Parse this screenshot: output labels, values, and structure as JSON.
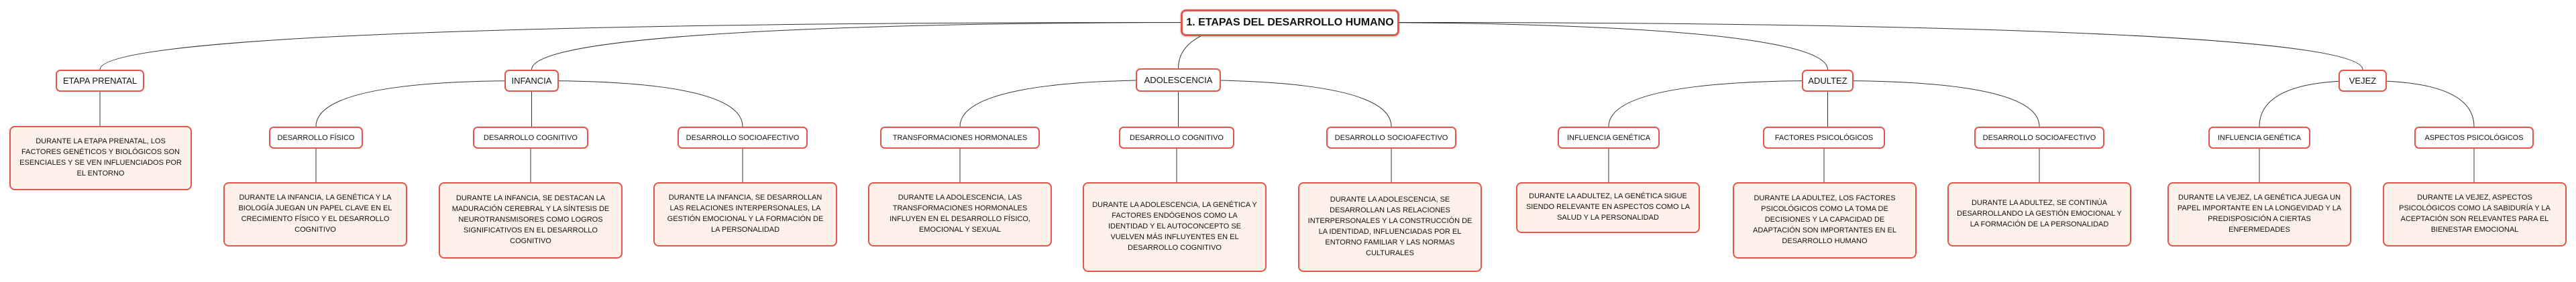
{
  "title": "1. ETAPAS DEL DESARROLLO HUMANO",
  "colors": {
    "accent": "#e2564b",
    "leaf_fill": "#fdf1ea",
    "node_fill": "#ffffff",
    "line": "#333333",
    "text": "#111111"
  },
  "branches": [
    {
      "label": "ETAPA PRENATAL",
      "children": [],
      "details": [
        "DURANTE LA ETAPA PRENATAL, LOS FACTORES GENÉTICOS Y BIOLÓGICOS SON ESENCIALES Y SE VEN INFLUENCIADOS POR EL ENTORNO"
      ]
    },
    {
      "label": "INFANCIA",
      "children": [
        {
          "label": "DESARROLLO FÍSICO",
          "detail": "DURANTE LA INFANCIA, LA GENÉTICA Y LA BIOLOGÍA JUEGAN UN PAPEL CLAVE EN EL CRECIMIENTO FÍSICO Y EL DESARROLLO COGNITIVO"
        },
        {
          "label": "DESARROLLO COGNITIVO",
          "detail": "DURANTE LA INFANCIA, SE DESTACAN LA MADURACIÓN CEREBRAL Y LA SÍNTESIS DE NEUROTRANSMISORES COMO LOGROS SIGNIFICATIVOS EN EL DESARROLLO COGNITIVO"
        },
        {
          "label": "DESARROLLO SOCIOAFECTIVO",
          "detail": "DURANTE LA INFANCIA, SE DESARROLLAN LAS RELACIONES INTERPERSONALES, LA GESTIÓN EMOCIONAL Y LA FORMACIÓN DE LA PERSONALIDAD"
        }
      ]
    },
    {
      "label": "ADOLESCENCIA",
      "children": [
        {
          "label": "TRANSFORMACIONES HORMONALES",
          "detail": "DURANTE LA ADOLESCENCIA, LAS TRANSFORMACIONES HORMONALES INFLUYEN EN EL DESARROLLO FÍSICO, EMOCIONAL Y SEXUAL"
        },
        {
          "label": "DESARROLLO COGNITIVO",
          "detail": "DURANTE LA ADOLESCENCIA, LA GENÉTICA Y FACTORES ENDÓGENOS COMO LA IDENTIDAD Y EL AUTOCONCEPTO SE VUELVEN MÁS INFLUYENTES EN EL DESARROLLO COGNITIVO"
        },
        {
          "label": "DESARROLLO SOCIOAFECTIVO",
          "detail": "DURANTE LA ADOLESCENCIA, SE DESARROLLAN LAS RELACIONES INTERPERSONALES Y LA CONSTRUCCIÓN DE LA IDENTIDAD, INFLUENCIADAS POR EL ENTORNO FAMILIAR Y LAS NORMAS CULTURALES"
        }
      ]
    },
    {
      "label": "ADULTEZ",
      "children": [
        {
          "label": "INFLUENCIA GENÉTICA",
          "detail": "DURANTE LA ADULTEZ, LA GENÉTICA SIGUE SIENDO RELEVANTE EN ASPECTOS COMO LA SALUD Y LA PERSONALIDAD"
        },
        {
          "label": "FACTORES PSICOLÓGICOS",
          "detail": "DURANTE LA ADULTEZ, LOS FACTORES PSICOLÓGICOS COMO LA TOMA DE DECISIONES Y LA CAPACIDAD DE ADAPTACIÓN SON IMPORTANTES EN EL DESARROLLO HUMANO"
        },
        {
          "label": "DESARROLLO SOCIOAFECTIVO",
          "detail": "DURANTE LA ADULTEZ, SE CONTINÚA DESARROLLANDO LA GESTIÓN EMOCIONAL Y LA FORMACIÓN DE LA PERSONALIDAD"
        }
      ]
    },
    {
      "label": "VEJEZ",
      "children": [
        {
          "label": "INFLUENCIA GENÉTICA",
          "detail": "DURANTE LA VEJEZ, LA GENÉTICA JUEGA UN PAPEL IMPORTANTE EN LA LONGEVIDAD Y LA PREDISPOSICIÓN A CIERTAS ENFERMEDADES"
        },
        {
          "label": "ASPECTOS PSICOLÓGICOS",
          "detail": "DURANTE LA VEJEZ, ASPECTOS PSICOLÓGICOS COMO LA SABIDURÍA Y LA ACEPTACIÓN SON RELEVANTES PARA EL BIENESTAR EMOCIONAL"
        }
      ]
    }
  ]
}
